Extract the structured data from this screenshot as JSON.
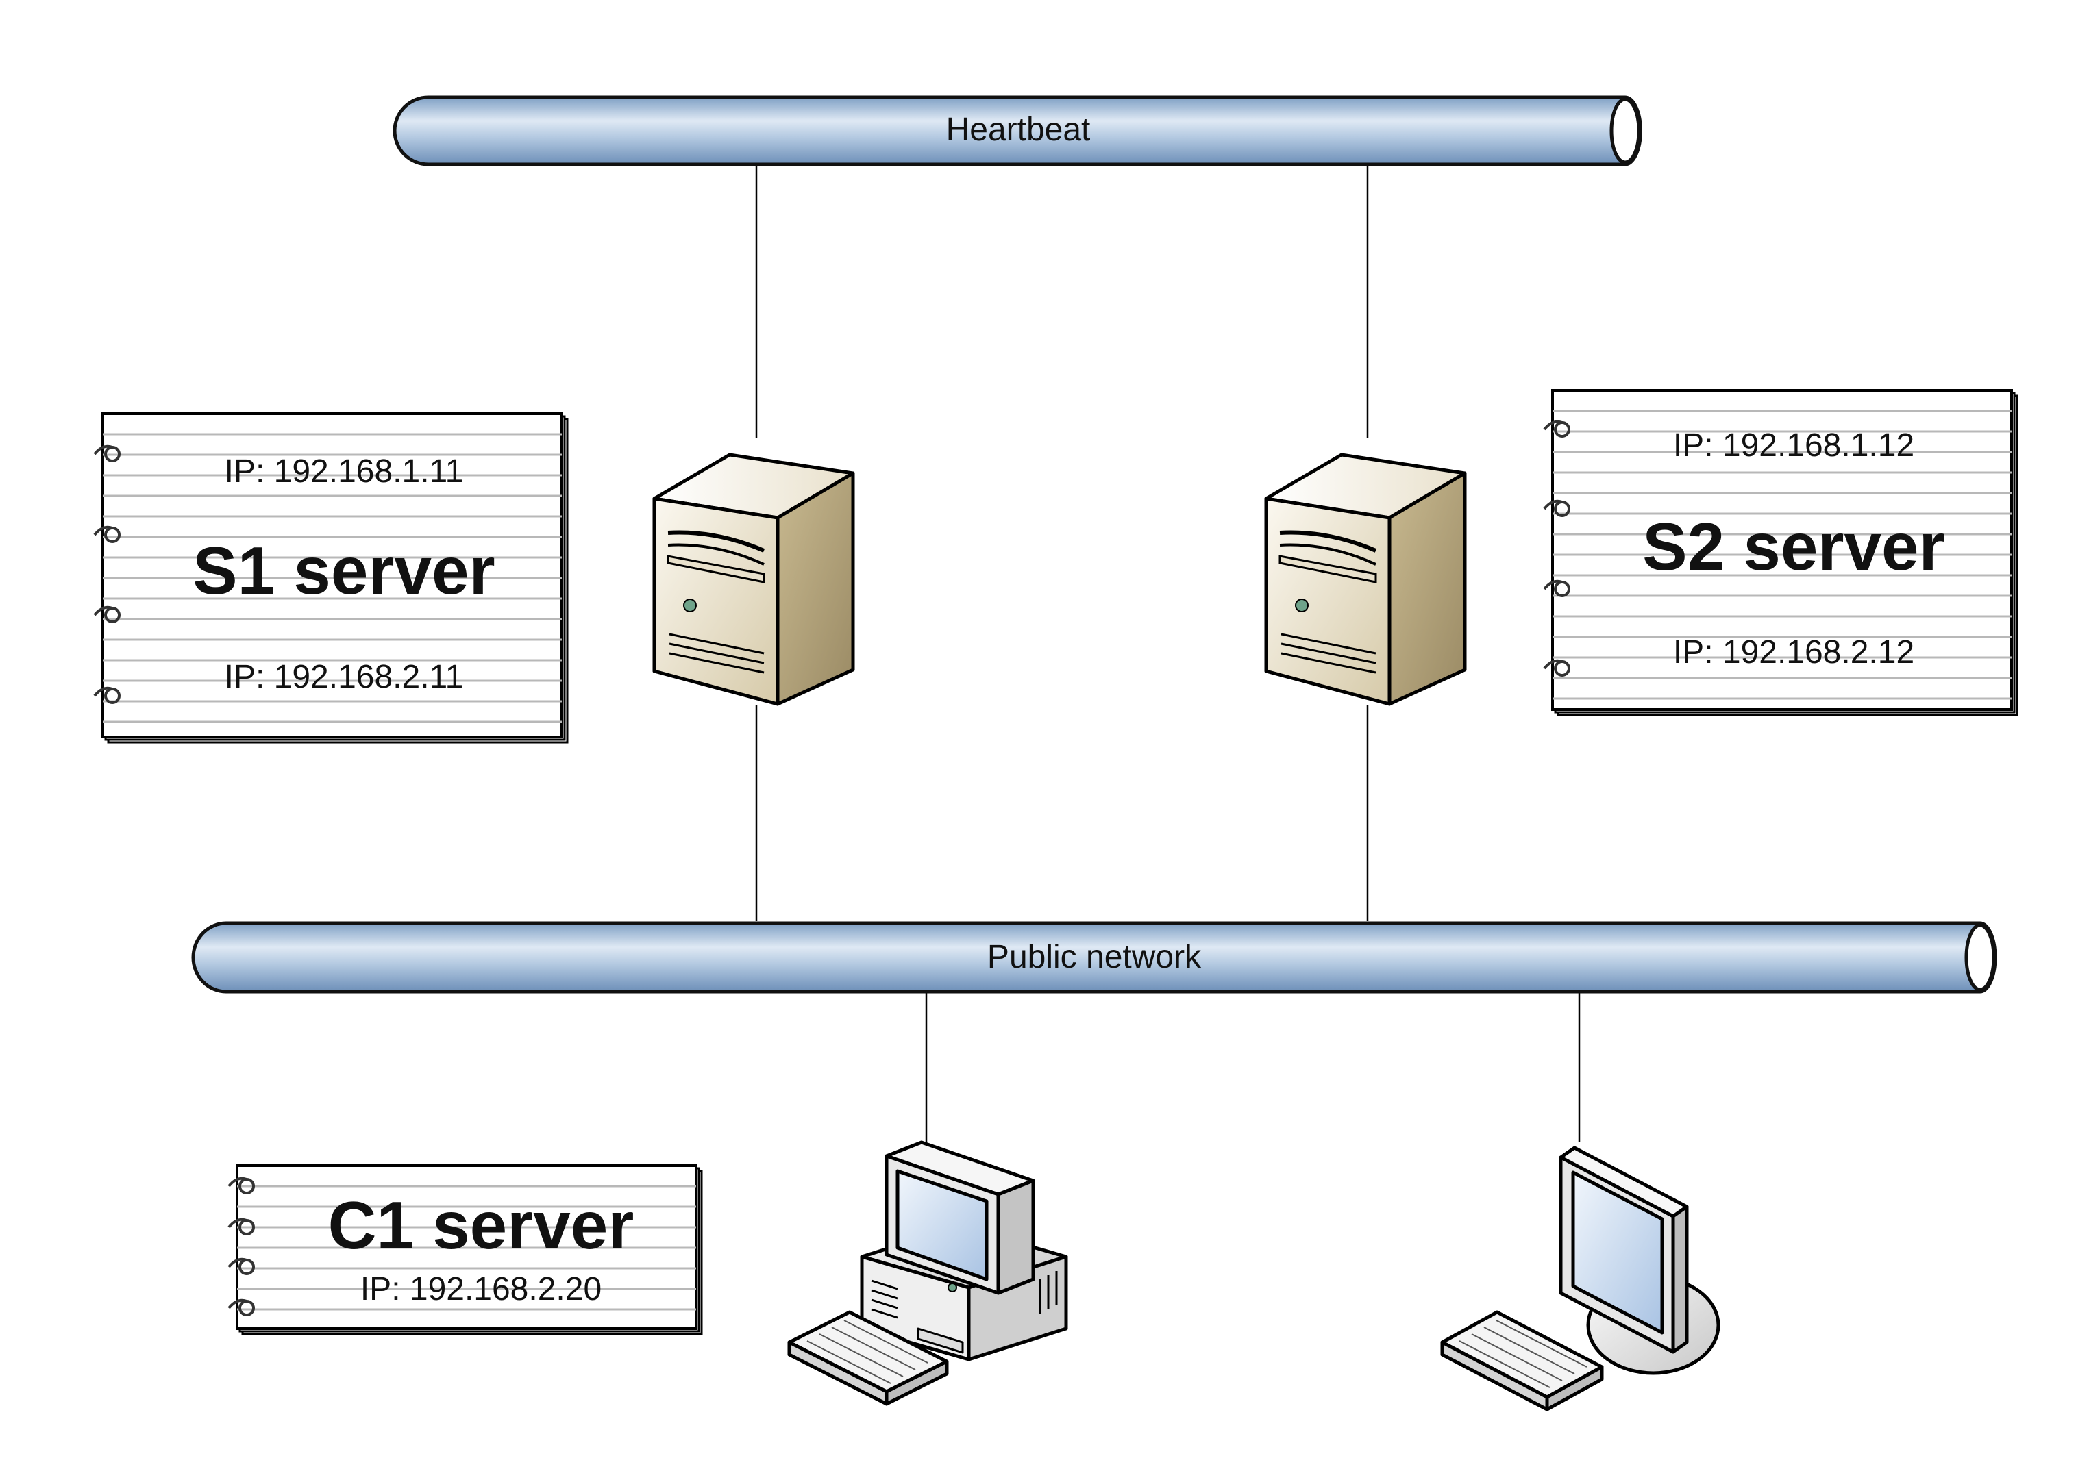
{
  "networks": {
    "heartbeat": {
      "label": "Heartbeat"
    },
    "public": {
      "label": "Public network"
    }
  },
  "notes": {
    "s1": {
      "title": "S1 server",
      "ip1": "IP: 192.168.1.11",
      "ip2": "IP: 192.168.2.11"
    },
    "s2": {
      "title": "S2 server",
      "ip1": "IP: 192.168.1.12",
      "ip2": "IP: 192.168.2.12"
    },
    "c1": {
      "title": "C1 server",
      "ip": "IP: 192.168.2.20"
    }
  },
  "devices": {
    "server1": {
      "icon": "server-tower-icon"
    },
    "server2": {
      "icon": "server-tower-icon"
    },
    "client_pc": {
      "icon": "desktop-computer-icon"
    },
    "client_lcd": {
      "icon": "lcd-monitor-keyboard-icon"
    }
  },
  "colors": {
    "pipe_light": "#dfe9f4",
    "pipe_mid": "#9fbbd9",
    "pipe_dark": "#6d8fb8",
    "server_light": "#f3eee2",
    "server_mid": "#d8ccb0",
    "server_dark": "#a89a78",
    "computer_gray": "#e8e8e8",
    "screen_blue": "#c9daf0"
  }
}
